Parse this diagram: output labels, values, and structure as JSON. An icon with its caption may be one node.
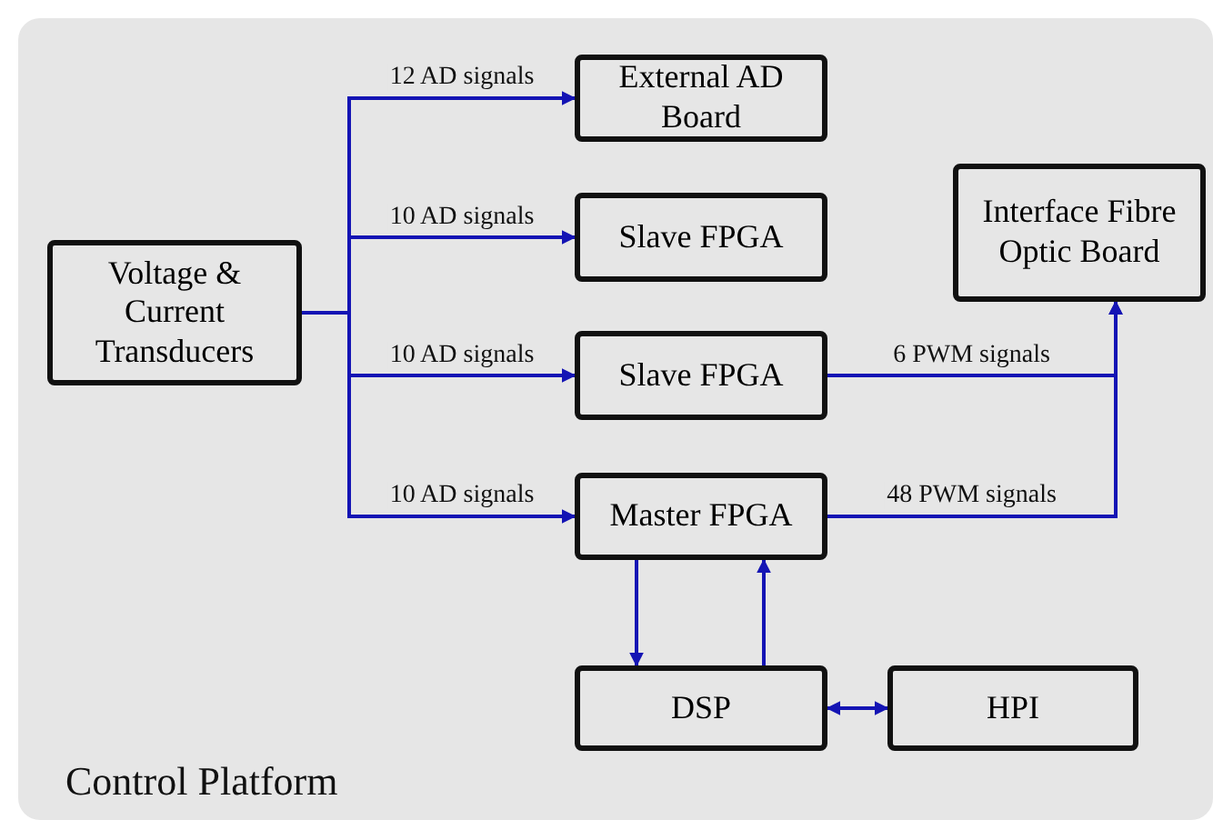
{
  "diagram": {
    "nodes": [
      {
        "text": [
          "Control Platform"
        ]
      },
      {
        "text": [
          "Voltage & Current Transducers"
        ],
        "in": 0
      },
      {
        "text": [
          "External AD Board"
        ],
        "in": 0
      },
      {
        "text": [
          "Slave FPGA"
        ],
        "in": 0
      },
      {
        "text": [
          "Slave FPGA"
        ],
        "in": 0
      },
      {
        "text": [
          "Master FPGA"
        ],
        "in": 0
      },
      {
        "text": [
          "Interface Fibre Optic Board"
        ],
        "in": 0
      },
      {
        "text": [
          "DSP"
        ],
        "in": 0
      },
      {
        "text": [
          "HPI"
        ],
        "in": 0
      }
    ],
    "edges": [
      {
        "from": 1,
        "to": 2,
        "arrow": "to",
        "label": "12 AD signals"
      },
      {
        "from": 1,
        "to": 3,
        "arrow": "to",
        "label": "10 AD signals"
      },
      {
        "from": 1,
        "to": 4,
        "arrow": "to",
        "label": "10 AD signals"
      },
      {
        "from": 1,
        "to": 5,
        "arrow": "to",
        "label": "10 AD signals"
      },
      {
        "from": 4,
        "to": 6,
        "arrow": "to",
        "label": "6 PWM signals"
      },
      {
        "from": 5,
        "to": 6,
        "arrow": "to",
        "label": "48 PWM signals"
      },
      {
        "from": 5,
        "to": 7,
        "arrow": "to"
      },
      {
        "from": 7,
        "to": 5,
        "arrow": "to"
      },
      {
        "from": 7,
        "to": 8,
        "arrow": "both"
      }
    ]
  }
}
